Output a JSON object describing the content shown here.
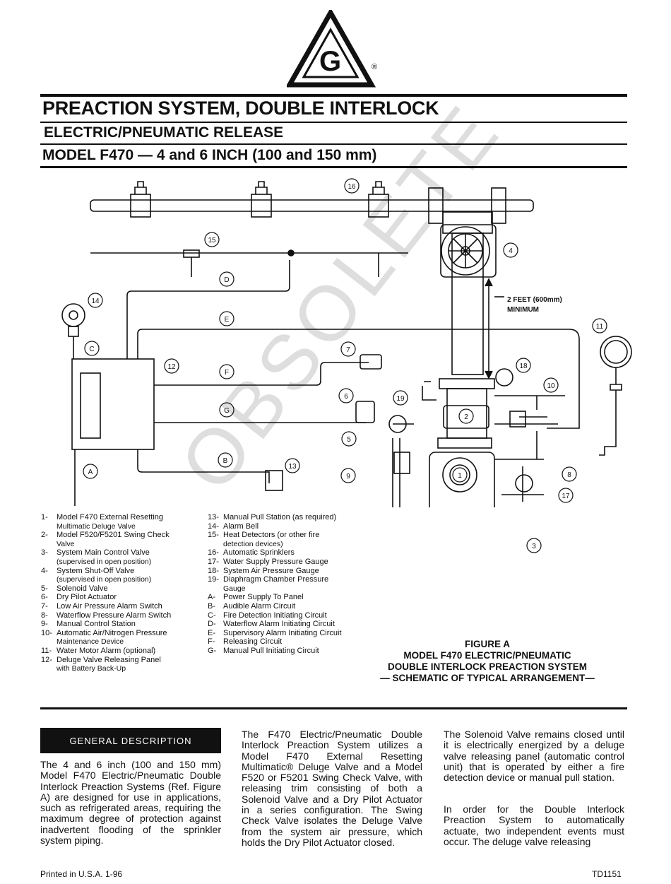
{
  "header": {
    "logo_letter": "G",
    "registered_mark": "®",
    "title": "PREACTION SYSTEM, DOUBLE INTERLOCK",
    "subtitle": "ELECTRIC/PNEUMATIC RELEASE",
    "model": "MODEL F470 — 4 and 6 INCH (100 and 150 mm)"
  },
  "diagram": {
    "callouts": [
      "1",
      "2",
      "3",
      "4",
      "5",
      "6",
      "7",
      "8",
      "9",
      "10",
      "11",
      "12",
      "13",
      "14",
      "15",
      "16",
      "17",
      "18",
      "19",
      "A",
      "B",
      "C",
      "D",
      "E",
      "F",
      "G"
    ],
    "dimension_line1": "2 FEET (600mm)",
    "dimension_line2": "MINIMUM"
  },
  "watermark": "OBSOLETE",
  "legend_left": [
    {
      "num": "1-",
      "text": "Model F470 External Resetting",
      "sub": "Multimatic Deluge Valve"
    },
    {
      "num": "2-",
      "text": "Model F520/F5201 Swing Check",
      "sub": "Valve"
    },
    {
      "num": "3-",
      "text": "System Main Control Valve",
      "sub": "(supervised in open position)"
    },
    {
      "num": "4-",
      "text": "System Shut-Off Valve",
      "sub": "(supervised in open position)"
    },
    {
      "num": "5-",
      "text": "Solenoid Valve",
      "sub": ""
    },
    {
      "num": "6-",
      "text": "Dry Pilot Actuator",
      "sub": ""
    },
    {
      "num": "7-",
      "text": "Low Air Pressure Alarm Switch",
      "sub": ""
    },
    {
      "num": "8-",
      "text": "Waterflow Pressure Alarm Switch",
      "sub": ""
    },
    {
      "num": "9-",
      "text": "Manual Control Station",
      "sub": ""
    },
    {
      "num": "10-",
      "text": "Automatic Air/Nitrogen Pressure",
      "sub": "Maintenance Device"
    },
    {
      "num": "11-",
      "text": "Water Motor Alarm (optional)",
      "sub": ""
    },
    {
      "num": "12-",
      "text": "Deluge Valve Releasing Panel",
      "sub": "with Battery Back-Up"
    }
  ],
  "legend_right": [
    {
      "num": "13-",
      "text": "Manual Pull Station (as required)",
      "sub": ""
    },
    {
      "num": "14-",
      "text": "Alarm Bell",
      "sub": ""
    },
    {
      "num": "15-",
      "text": "Heat Detectors (or other fire",
      "sub": "detection devices)"
    },
    {
      "num": "16-",
      "text": "Automatic Sprinklers",
      "sub": ""
    },
    {
      "num": "17-",
      "text": "Water Supply Pressure Gauge",
      "sub": ""
    },
    {
      "num": "18-",
      "text": "System Air Pressure Gauge",
      "sub": ""
    },
    {
      "num": "19-",
      "text": "Diaphragm Chamber Pressure",
      "sub": "Gauge"
    },
    {
      "num": "A-",
      "text": "Power Supply To Panel",
      "sub": ""
    },
    {
      "num": "B-",
      "text": "Audible Alarm Circuit",
      "sub": ""
    },
    {
      "num": "C-",
      "text": "Fire Detection Initiating Circuit",
      "sub": ""
    },
    {
      "num": "D-",
      "text": "Waterflow Alarm Initiating Circuit",
      "sub": ""
    },
    {
      "num": "E-",
      "text": "Supervisory Alarm Initiating Circuit",
      "sub": ""
    },
    {
      "num": "F-",
      "text": "Releasing Circuit",
      "sub": ""
    },
    {
      "num": "G-",
      "text": "Manual Pull Initiating Circuit",
      "sub": ""
    }
  ],
  "figure_caption": {
    "line1": "FIGURE A",
    "line2": "MODEL F470 ELECTRIC/PNEUMATIC",
    "line3": "DOUBLE INTERLOCK PREACTION SYSTEM",
    "line4": "— SCHEMATIC OF TYPICAL ARRANGEMENT—"
  },
  "general_description": {
    "heading": "GENERAL DESCRIPTION",
    "col1": "The 4 and 6 inch (100 and 150 mm) Model F470 Electric/Pneumatic Double Interlock Preaction Systems (Ref. Figure A) are designed for use in applications, such as refrigerated areas, requiring the maximum degree of protection against inadvertent flooding of the sprinkler system piping.",
    "col2": "The F470 Electric/Pneumatic Double Interlock Preaction System utilizes a Model F470 External Resetting Multimatic® Deluge Valve and a Model F520 or F5201 Swing Check Valve, with releasing trim consisting of both a Solenoid Valve and a Dry Pilot Actuator in a series configuration. The Swing Check Valve isolates the Deluge Valve from the system air pressure, which holds the Dry Pilot Actuator closed.",
    "col3a": "The Solenoid Valve remains closed until it is electrically energized by a deluge valve releasing panel (automatic control unit) that is operated by either a fire detection device or manual pull station.",
    "col3b": "In order for the Double Interlock Preaction System to automatically actuate, two independent events must occur. The deluge valve releasing"
  },
  "footer": {
    "printed": "Printed in U.S.A. 1-96",
    "doc_id": "TD1151"
  }
}
